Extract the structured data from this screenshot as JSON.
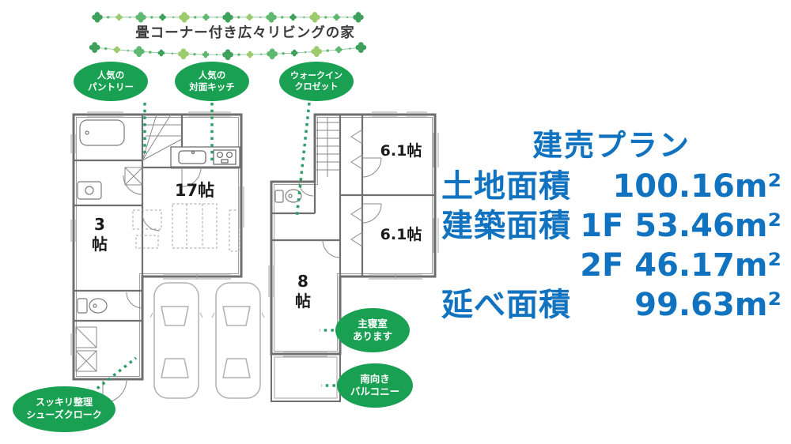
{
  "header": {
    "title": "畳コーナー付き広々リビングの家"
  },
  "badges": {
    "pantry": "人気の\nパントリー",
    "kitchen": "人気の\n対面キッチ",
    "closet": "ウォークイン\nクロゼット",
    "bedroom": "主寝室\nあります",
    "balcony": "南向き\nバルコニー",
    "shoes": "スッキリ整理\nシューズクローク"
  },
  "floor1": {
    "living": "17帖",
    "tatami": "3\n帖"
  },
  "floor2": {
    "room_a": "6.1帖",
    "room_b": "6.1帖",
    "bedroom": "8\n帖"
  },
  "stats": {
    "title": "建売プラン",
    "rows": [
      {
        "label": "土地面積",
        "value": "100.16m²"
      },
      {
        "label": "建築面積",
        "value": "1F 53.46m²"
      },
      {
        "label": "",
        "value": "2F 46.17m²"
      },
      {
        "label": "延べ面積",
        "value": "99.63m²"
      }
    ]
  },
  "colors": {
    "badge_green": "#1aa052",
    "leader_green": "#2f9e66",
    "accent_blue": "#1173c0",
    "clover_dark": "#3da15c",
    "clover_light": "#9ccb6e",
    "clover_mid": "#5fb86f"
  }
}
